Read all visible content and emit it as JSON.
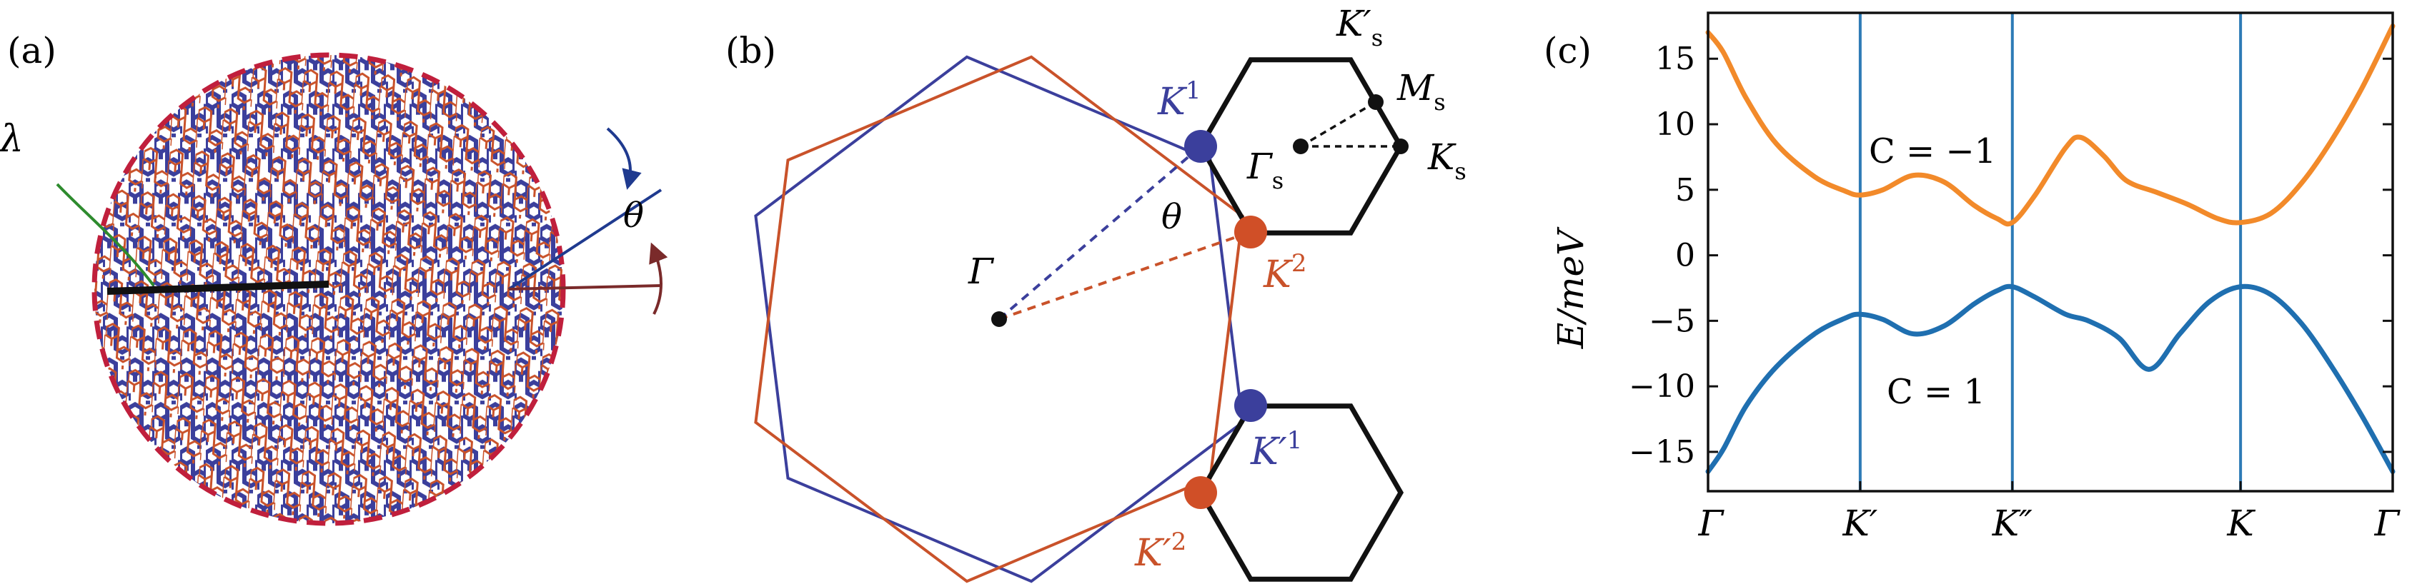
{
  "panels": {
    "a": {
      "label": "(a)",
      "lambda_label": "λ",
      "theta_label": "θ"
    },
    "b": {
      "label": "(b)",
      "points": {
        "gamma": "Γ",
        "theta": "θ",
        "K1_base": "K",
        "K1_sup": "1",
        "K2_base": "K",
        "K2_sup": "2",
        "Kp1_base": "K′",
        "Kp1_sup": "1",
        "Kp2_base": "K′",
        "Kp2_sup": "2",
        "Ks_base": "K",
        "Ks_sub": "s",
        "Ms_base": "M",
        "Ms_sub": "s",
        "Gs_base": "Γ",
        "Gs_sub": "s",
        "Kps_base": "K′",
        "Kps_sub": "s"
      }
    },
    "c": {
      "label": "(c)",
      "annotations": {
        "upper_band": "C = −1",
        "lower_band": "C = 1"
      }
    }
  },
  "colors": {
    "layer1": "#3b3f9c",
    "layer2": "#c9522a",
    "boundary": "#c01f3c",
    "band_upper": "#f28a2a",
    "band_lower": "#1f6fb0",
    "vline": "#2e7bb6",
    "lambda_line": "#2e8b2e",
    "arrow_top": "#1f3a8f",
    "arrow_bottom": "#7a2a2a"
  },
  "chart_data": {
    "type": "line",
    "xlabel": "",
    "ylabel": "E/meV",
    "ylim": [
      -18,
      18.5
    ],
    "x_ticks": [
      {
        "label": "Γ",
        "x": 0
      },
      {
        "label": "K′",
        "x": 1
      },
      {
        "label": "K″",
        "x": 2
      },
      {
        "label": "K",
        "x": 3.5
      },
      {
        "label": "Γ",
        "x": 4.5
      }
    ],
    "y_ticks": [
      -15,
      -10,
      -5,
      0,
      5,
      10,
      15
    ],
    "vlines_at": [
      1,
      2,
      3.5
    ],
    "series": [
      {
        "band": "upper",
        "x": [
          0,
          0.1,
          0.25,
          0.45,
          0.7,
          0.9,
          1.0,
          1.15,
          1.35,
          1.55,
          1.75,
          1.9,
          2.0,
          2.15,
          2.35,
          2.45,
          2.6,
          2.75,
          2.95,
          3.15,
          3.35,
          3.5,
          3.7,
          3.9,
          4.1,
          4.3,
          4.5
        ],
        "y": [
          17,
          15.5,
          12,
          8.5,
          6,
          4.9,
          4.6,
          5.0,
          6.1,
          5.6,
          3.8,
          2.8,
          2.5,
          4.6,
          8.2,
          9.0,
          7.6,
          5.7,
          4.8,
          3.9,
          2.8,
          2.5,
          3.2,
          5.5,
          8.8,
          12.8,
          17.5
        ]
      },
      {
        "band": "lower",
        "x": [
          0,
          0.1,
          0.25,
          0.45,
          0.7,
          0.9,
          1.0,
          1.15,
          1.35,
          1.55,
          1.75,
          1.9,
          2.0,
          2.15,
          2.35,
          2.5,
          2.7,
          2.9,
          3.1,
          3.3,
          3.5,
          3.7,
          3.9,
          4.1,
          4.3,
          4.5
        ],
        "y": [
          -16.5,
          -14.8,
          -11.5,
          -8.5,
          -6.0,
          -4.8,
          -4.5,
          -4.9,
          -6.0,
          -5.4,
          -3.7,
          -2.7,
          -2.4,
          -3.2,
          -4.5,
          -5.0,
          -6.3,
          -8.7,
          -6.0,
          -3.5,
          -2.4,
          -3.0,
          -5.2,
          -8.5,
          -12.3,
          -16.5
        ]
      }
    ]
  }
}
